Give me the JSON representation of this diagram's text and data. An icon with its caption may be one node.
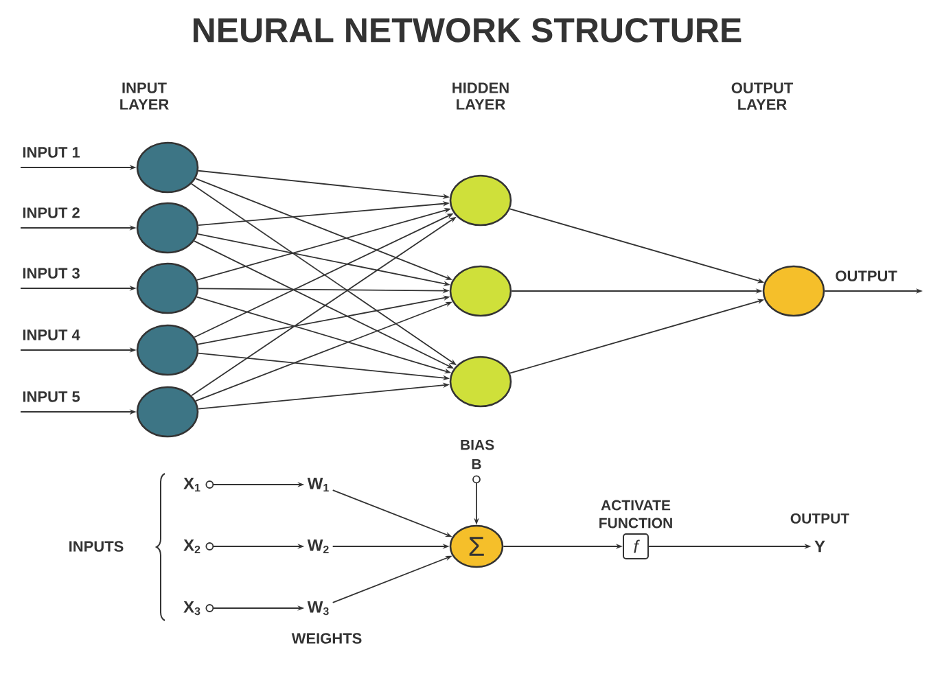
{
  "diagram": {
    "title": "NEURAL NETWORK STRUCTURE",
    "nodes": [
      {
        "text": [],
        "shape": "circle"
      },
      {
        "text": [],
        "shape": "circle"
      },
      {
        "text": [],
        "shape": "circle"
      },
      {
        "text": [],
        "shape": "circle"
      },
      {
        "text": [],
        "shape": "circle"
      },
      {
        "text": [],
        "shape": "circle"
      },
      {
        "text": [],
        "shape": "circle"
      },
      {
        "text": [],
        "shape": "circle"
      },
      {
        "text": [],
        "shape": "circle"
      },
      {
        "text": [
          "X$_{1}$"
        ]
      },
      {
        "text": [
          "X$_{2}$"
        ]
      },
      {
        "text": [
          "X$_{3}$"
        ]
      },
      {
        "text": [
          "W$_{1}$"
        ]
      },
      {
        "text": [
          "W$_{2}$"
        ]
      },
      {
        "text": [
          "W$_{3}$"
        ]
      },
      {
        "text": [
          "Σ"
        ]
      },
      {
        "text": [
          "BIAS B"
        ]
      },
      {
        "text": [
          "f"
        ],
        "beside": [
          "ACTIVATE FUNCTION"
        ]
      },
      {
        "text": [
          "Y"
        ],
        "beside": [
          "OUTPUT"
        ]
      }
    ],
    "edges": [
      {
        "from": null,
        "to": 0,
        "arrow": "to",
        "label": "INPUT 1"
      },
      {
        "from": null,
        "to": 1,
        "arrow": "to",
        "label": "INPUT 2"
      },
      {
        "from": null,
        "to": 2,
        "arrow": "to",
        "label": "INPUT 3"
      },
      {
        "from": null,
        "to": 3,
        "arrow": "to",
        "label": "INPUT 4"
      },
      {
        "from": null,
        "to": 4,
        "arrow": "to",
        "label": "INPUT 5"
      },
      {
        "from": 0,
        "to": 5,
        "arrow": "to"
      },
      {
        "from": 0,
        "to": 6,
        "arrow": "to"
      },
      {
        "from": 0,
        "to": 7,
        "arrow": "to"
      },
      {
        "from": 1,
        "to": 5,
        "arrow": "to"
      },
      {
        "from": 1,
        "to": 6,
        "arrow": "to"
      },
      {
        "from": 1,
        "to": 7,
        "arrow": "to"
      },
      {
        "from": 2,
        "to": 5,
        "arrow": "to"
      },
      {
        "from": 2,
        "to": 6,
        "arrow": "to"
      },
      {
        "from": 2,
        "to": 7,
        "arrow": "to"
      },
      {
        "from": 3,
        "to": 5,
        "arrow": "to"
      },
      {
        "from": 3,
        "to": 6,
        "arrow": "to"
      },
      {
        "from": 3,
        "to": 7,
        "arrow": "to"
      },
      {
        "from": 4,
        "to": 5,
        "arrow": "to"
      },
      {
        "from": 4,
        "to": 6,
        "arrow": "to"
      },
      {
        "from": 4,
        "to": 7,
        "arrow": "to"
      },
      {
        "from": 5,
        "to": 8,
        "arrow": "to"
      },
      {
        "from": 6,
        "to": 8,
        "arrow": "to"
      },
      {
        "from": 7,
        "to": 8,
        "arrow": "to"
      },
      {
        "from": 8,
        "to": null,
        "arrow": "to",
        "label": "OUTPUT"
      },
      {
        "from": 9,
        "to": 12,
        "arrow": "to"
      },
      {
        "from": 10,
        "to": 13,
        "arrow": "to"
      },
      {
        "from": 11,
        "to": 14,
        "arrow": "to"
      },
      {
        "from": 12,
        "to": 15,
        "arrow": "to"
      },
      {
        "from": 13,
        "to": 15,
        "arrow": "to"
      },
      {
        "from": 14,
        "to": 15,
        "arrow": "to"
      },
      {
        "from": 16,
        "to": 15,
        "arrow": "to"
      },
      {
        "from": 15,
        "to": 17,
        "arrow": "to"
      },
      {
        "from": 17,
        "to": 18,
        "arrow": "to"
      }
    ],
    "labels": [
      "INPUT LAYER",
      "HIDDEN LAYER",
      "OUTPUT LAYER",
      "INPUTS",
      "WEIGHTS"
    ]
  }
}
